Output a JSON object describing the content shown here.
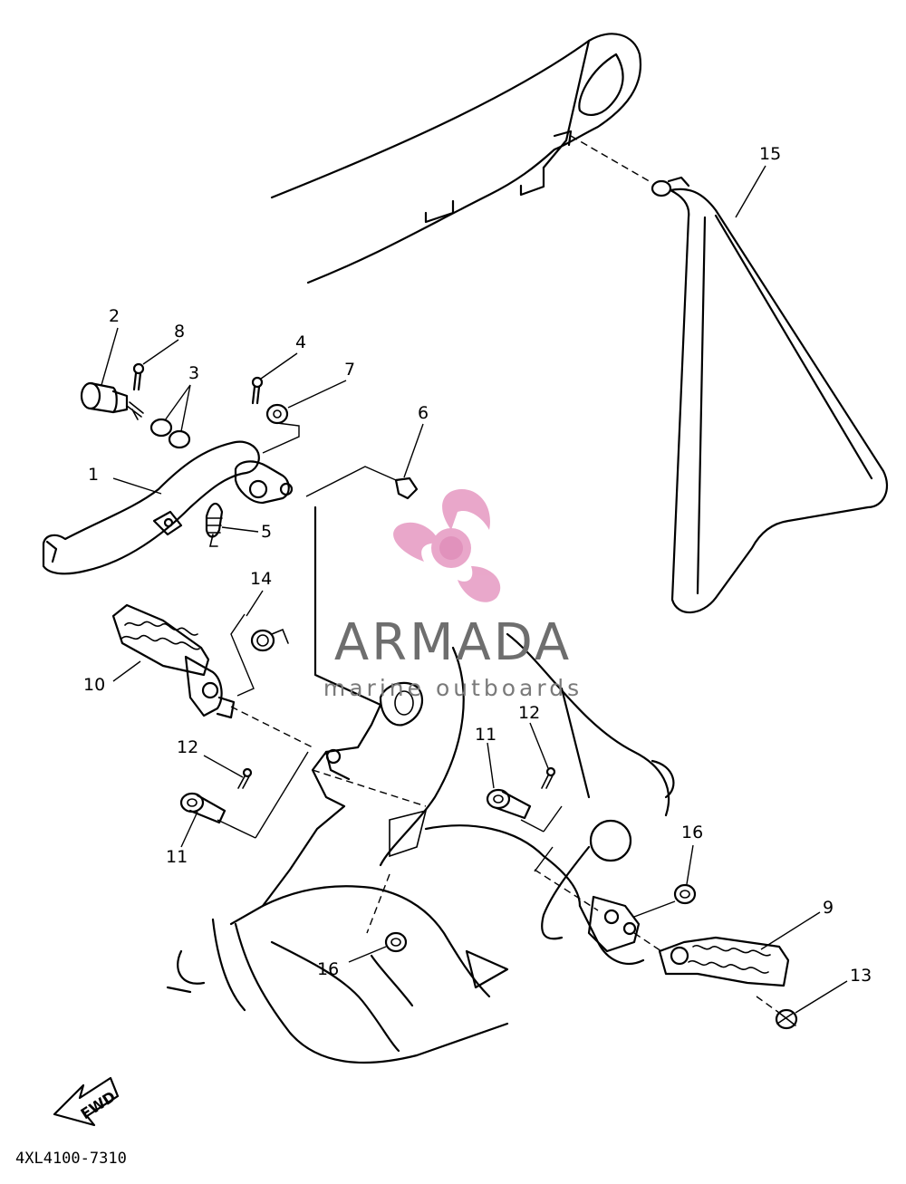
{
  "diagram": {
    "part_code": "4XL4100-7310",
    "fwd_label": "FWD",
    "callouts": {
      "c1": "1",
      "c2": "2",
      "c3": "3",
      "c4": "4",
      "c5": "5",
      "c6": "6",
      "c7": "7",
      "c8": "8",
      "c9": "9",
      "c10": "10",
      "c11a": "11",
      "c11b": "11",
      "c12a": "12",
      "c12b": "12",
      "c13": "13",
      "c14": "14",
      "c15": "15",
      "c16a": "16",
      "c16b": "16"
    }
  },
  "watermark": {
    "brand": "ARMADA",
    "tagline": "marine outboards",
    "logo_color": "#e8a3c8",
    "text_color": "#6e6e6e"
  }
}
